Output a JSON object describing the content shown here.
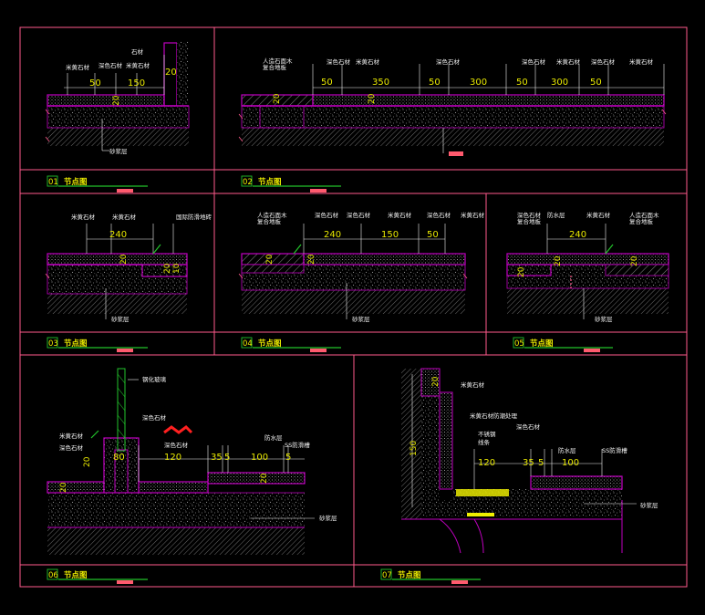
{
  "colors": {
    "frame": "#ff5a8c",
    "slab": "#c000c0",
    "dim": "#e8e800",
    "ref": "#22c32b",
    "label": "#f2f2f2",
    "marker": "#ff5a6e",
    "background": "#000000"
  },
  "panels": [
    {
      "id": "p01",
      "num": "01",
      "title": "节点图",
      "labels": [
        "石材",
        "米黄石材",
        "深色石材",
        "米黄石材",
        "砂浆层"
      ],
      "dims": [
        "20",
        "50",
        "150"
      ],
      "vdims": [
        "20"
      ]
    },
    {
      "id": "p02",
      "num": "02",
      "title": "节点图",
      "labels": [
        "人造石面木",
        "复合地板",
        "深色石材",
        "米黄石材",
        "深色石材",
        "深色石材",
        "米黄石材",
        "深色石材",
        "米黄石材"
      ],
      "dims": [
        "50",
        "350",
        "50",
        "300",
        "50",
        "300",
        "50"
      ],
      "vdims": [
        "20",
        "20"
      ]
    },
    {
      "id": "p03",
      "num": "03",
      "title": "节点图",
      "labels": [
        "米黄石材",
        "米黄石材",
        "国际防滑地砖",
        "砂浆层"
      ],
      "dims": [
        "240"
      ],
      "vdims": [
        "20",
        "20",
        "10"
      ]
    },
    {
      "id": "p04",
      "num": "04",
      "title": "节点图",
      "labels": [
        "人造石面木",
        "复合地板",
        "深色石材",
        "深色石材",
        "米黄石材",
        "深色石材",
        "米黄石材",
        "砂浆层"
      ],
      "dims": [
        "240",
        "150",
        "50"
      ],
      "vdims": [
        "20",
        "20"
      ]
    },
    {
      "id": "p05",
      "num": "05",
      "title": "节点图",
      "labels": [
        "深色石材",
        "复合地板",
        "防水层",
        "米黄石材",
        "人造石面木",
        "复合地板",
        "砂浆层"
      ],
      "dims": [
        "240"
      ],
      "vdims": [
        "20",
        "20",
        "20"
      ]
    },
    {
      "id": "p06",
      "num": "06",
      "title": "节点图",
      "labels": [
        "钢化玻璃",
        "深色石材",
        "米黄石材",
        "深色石材",
        "深色石材",
        "防水层",
        "SS防滑槽",
        "砂浆层"
      ],
      "dims": [
        "80",
        "120",
        "35",
        "5",
        "100",
        "5"
      ],
      "vdims": [
        "20",
        "20",
        "20"
      ]
    },
    {
      "id": "p07",
      "num": "07",
      "title": "节点图",
      "labels": [
        "米黄石材",
        "米黄石材防潮处理",
        "不锈钢",
        "线条",
        "深色石材",
        "防水层",
        "SS防滑槽",
        "砂浆层"
      ],
      "dims": [
        "120",
        "35",
        "5",
        "100"
      ],
      "vdims": [
        "20",
        "150"
      ]
    }
  ]
}
